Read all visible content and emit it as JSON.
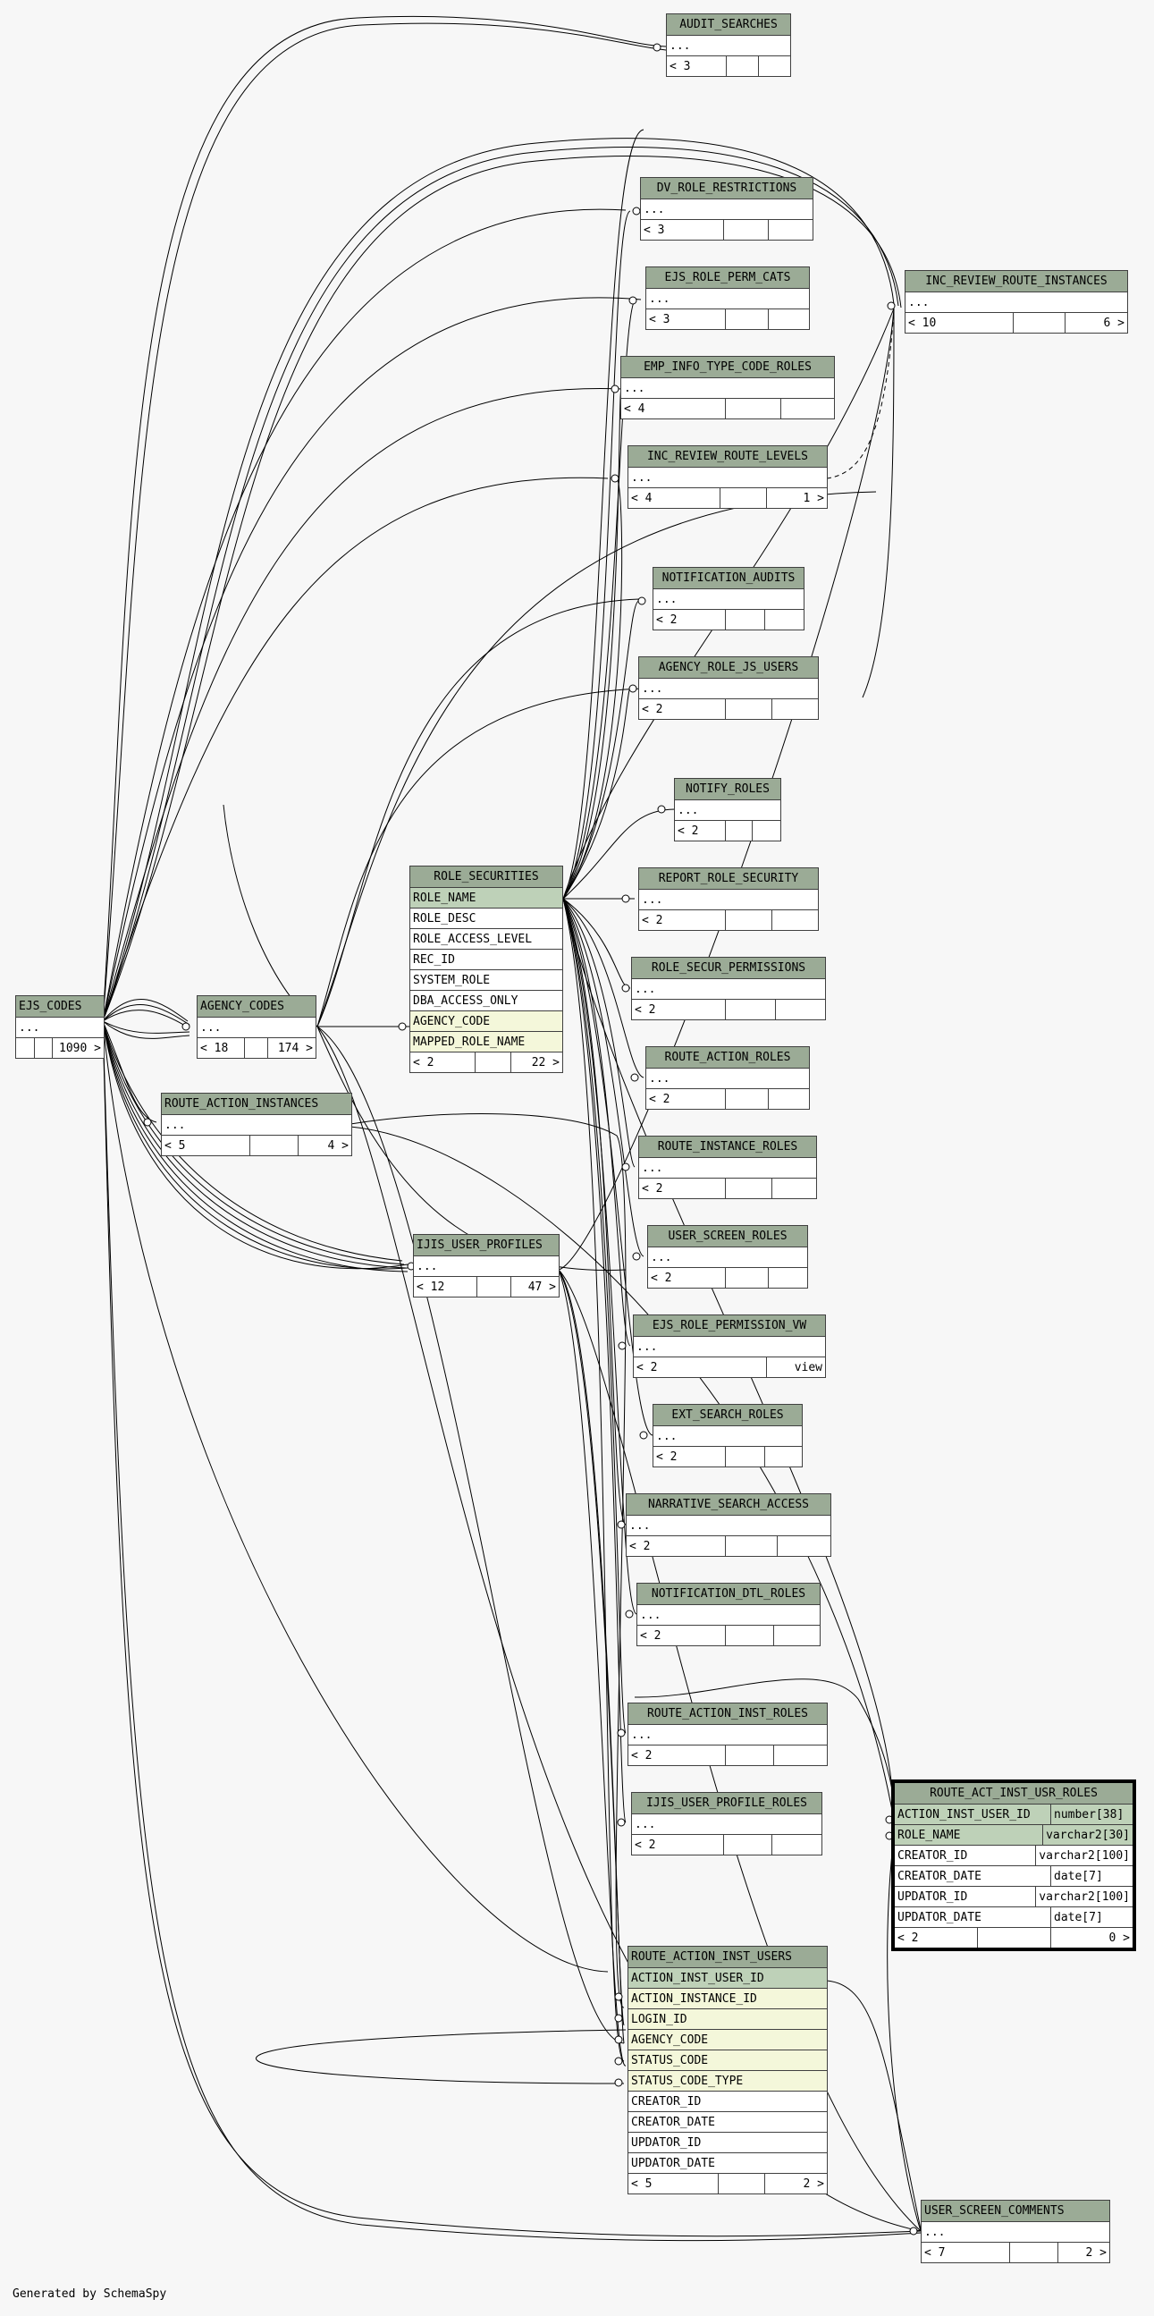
{
  "footer": "Generated by SchemaSpy",
  "colors": {
    "background": "#f7f7f7",
    "header": "#9bab96",
    "primary_key": "#bed1b8",
    "foreign_key": "#f4f7da",
    "edge": "#000000"
  },
  "tables": {
    "audit_searches": {
      "name": "AUDIT_SEARCHES",
      "cols": [
        "..."
      ],
      "parents": "< 3",
      "children": ""
    },
    "dv_role_restrictions": {
      "name": "DV_ROLE_RESTRICTIONS",
      "cols": [
        "..."
      ],
      "parents": "< 3",
      "children": ""
    },
    "ejs_role_perm_cats": {
      "name": "EJS_ROLE_PERM_CATS",
      "cols": [
        "..."
      ],
      "parents": "< 3",
      "children": ""
    },
    "emp_info_type_code_roles": {
      "name": "EMP_INFO_TYPE_CODE_ROLES",
      "cols": [
        "..."
      ],
      "parents": "< 4",
      "children": ""
    },
    "inc_review_route_levels": {
      "name": "INC_REVIEW_ROUTE_LEVELS",
      "cols": [
        "..."
      ],
      "parents": "< 4",
      "children": "1 >"
    },
    "inc_review_route_instances": {
      "name": "INC_REVIEW_ROUTE_INSTANCES",
      "cols": [
        "..."
      ],
      "parents": "< 10",
      "children": "6 >"
    },
    "notification_audits": {
      "name": "NOTIFICATION_AUDITS",
      "cols": [
        "..."
      ],
      "parents": "< 2",
      "children": ""
    },
    "agency_role_js_users": {
      "name": "AGENCY_ROLE_JS_USERS",
      "cols": [
        "..."
      ],
      "parents": "< 2",
      "children": ""
    },
    "notify_roles": {
      "name": "NOTIFY_ROLES",
      "cols": [
        "..."
      ],
      "parents": "< 2",
      "children": ""
    },
    "report_role_security": {
      "name": "REPORT_ROLE_SECURITY",
      "cols": [
        "..."
      ],
      "parents": "< 2",
      "children": ""
    },
    "role_secur_permissions": {
      "name": "ROLE_SECUR_PERMISSIONS",
      "cols": [
        "..."
      ],
      "parents": "< 2",
      "children": ""
    },
    "route_action_roles": {
      "name": "ROUTE_ACTION_ROLES",
      "cols": [
        "..."
      ],
      "parents": "< 2",
      "children": ""
    },
    "route_instance_roles": {
      "name": "ROUTE_INSTANCE_ROLES",
      "cols": [
        "..."
      ],
      "parents": "< 2",
      "children": ""
    },
    "user_screen_roles": {
      "name": "USER_SCREEN_ROLES",
      "cols": [
        "..."
      ],
      "parents": "< 2",
      "children": ""
    },
    "ejs_role_permission_vw": {
      "name": "EJS_ROLE_PERMISSION_VW",
      "cols": [
        "..."
      ],
      "parents": "< 2",
      "children": "view"
    },
    "ext_search_roles": {
      "name": "EXT_SEARCH_ROLES",
      "cols": [
        "..."
      ],
      "parents": "< 2",
      "children": ""
    },
    "narrative_search_access": {
      "name": "NARRATIVE_SEARCH_ACCESS",
      "cols": [
        "..."
      ],
      "parents": "< 2",
      "children": ""
    },
    "notification_dtl_roles": {
      "name": "NOTIFICATION_DTL_ROLES",
      "cols": [
        "..."
      ],
      "parents": "< 2",
      "children": ""
    },
    "route_action_inst_roles": {
      "name": "ROUTE_ACTION_INST_ROLES",
      "cols": [
        "..."
      ],
      "parents": "< 2",
      "children": ""
    },
    "ijis_user_profile_roles": {
      "name": "IJIS_USER_PROFILE_ROLES",
      "cols": [
        "..."
      ],
      "parents": "< 2",
      "children": ""
    },
    "ejs_codes": {
      "name": "EJS_CODES",
      "cols": [
        "..."
      ],
      "parents": "",
      "children": "1090 >"
    },
    "agency_codes": {
      "name": "AGENCY_CODES",
      "cols": [
        "..."
      ],
      "parents": "< 18",
      "children": "174 >"
    },
    "route_action_instances": {
      "name": "ROUTE_ACTION_INSTANCES",
      "cols": [
        "..."
      ],
      "parents": "< 5",
      "children": "4 >"
    },
    "ijis_user_profiles": {
      "name": "IJIS_USER_PROFILES",
      "cols": [
        "..."
      ],
      "parents": "< 12",
      "children": "47 >"
    },
    "user_screen_comments": {
      "name": "USER_SCREEN_COMMENTS",
      "cols": [
        "..."
      ],
      "parents": "< 7",
      "children": "2 >"
    },
    "role_securities": {
      "name": "ROLE_SECURITIES",
      "cols": [
        "ROLE_NAME",
        "ROLE_DESC",
        "ROLE_ACCESS_LEVEL",
        "REC_ID",
        "SYSTEM_ROLE",
        "DBA_ACCESS_ONLY",
        "AGENCY_CODE",
        "MAPPED_ROLE_NAME"
      ],
      "parents": "< 2",
      "children": "22 >"
    },
    "route_action_inst_users": {
      "name": "ROUTE_ACTION_INST_USERS",
      "cols": [
        "ACTION_INST_USER_ID",
        "ACTION_INSTANCE_ID",
        "LOGIN_ID",
        "AGENCY_CODE",
        "STATUS_CODE",
        "STATUS_CODE_TYPE",
        "CREATOR_ID",
        "CREATOR_DATE",
        "UPDATOR_ID",
        "UPDATOR_DATE"
      ],
      "parents": "< 5",
      "children": "2 >"
    },
    "route_act_inst_usr_roles": {
      "name": "ROUTE_ACT_INST_USR_ROLES",
      "cols": [
        {
          "name": "ACTION_INST_USER_ID",
          "type": "number[38]"
        },
        {
          "name": "ROLE_NAME",
          "type": "varchar2[30]"
        },
        {
          "name": "CREATOR_ID",
          "type": "varchar2[100]"
        },
        {
          "name": "CREATOR_DATE",
          "type": "date[7]"
        },
        {
          "name": "UPDATOR_ID",
          "type": "varchar2[100]"
        },
        {
          "name": "UPDATOR_DATE",
          "type": "date[7]"
        }
      ],
      "parents": "< 2",
      "children": "0 >"
    }
  }
}
